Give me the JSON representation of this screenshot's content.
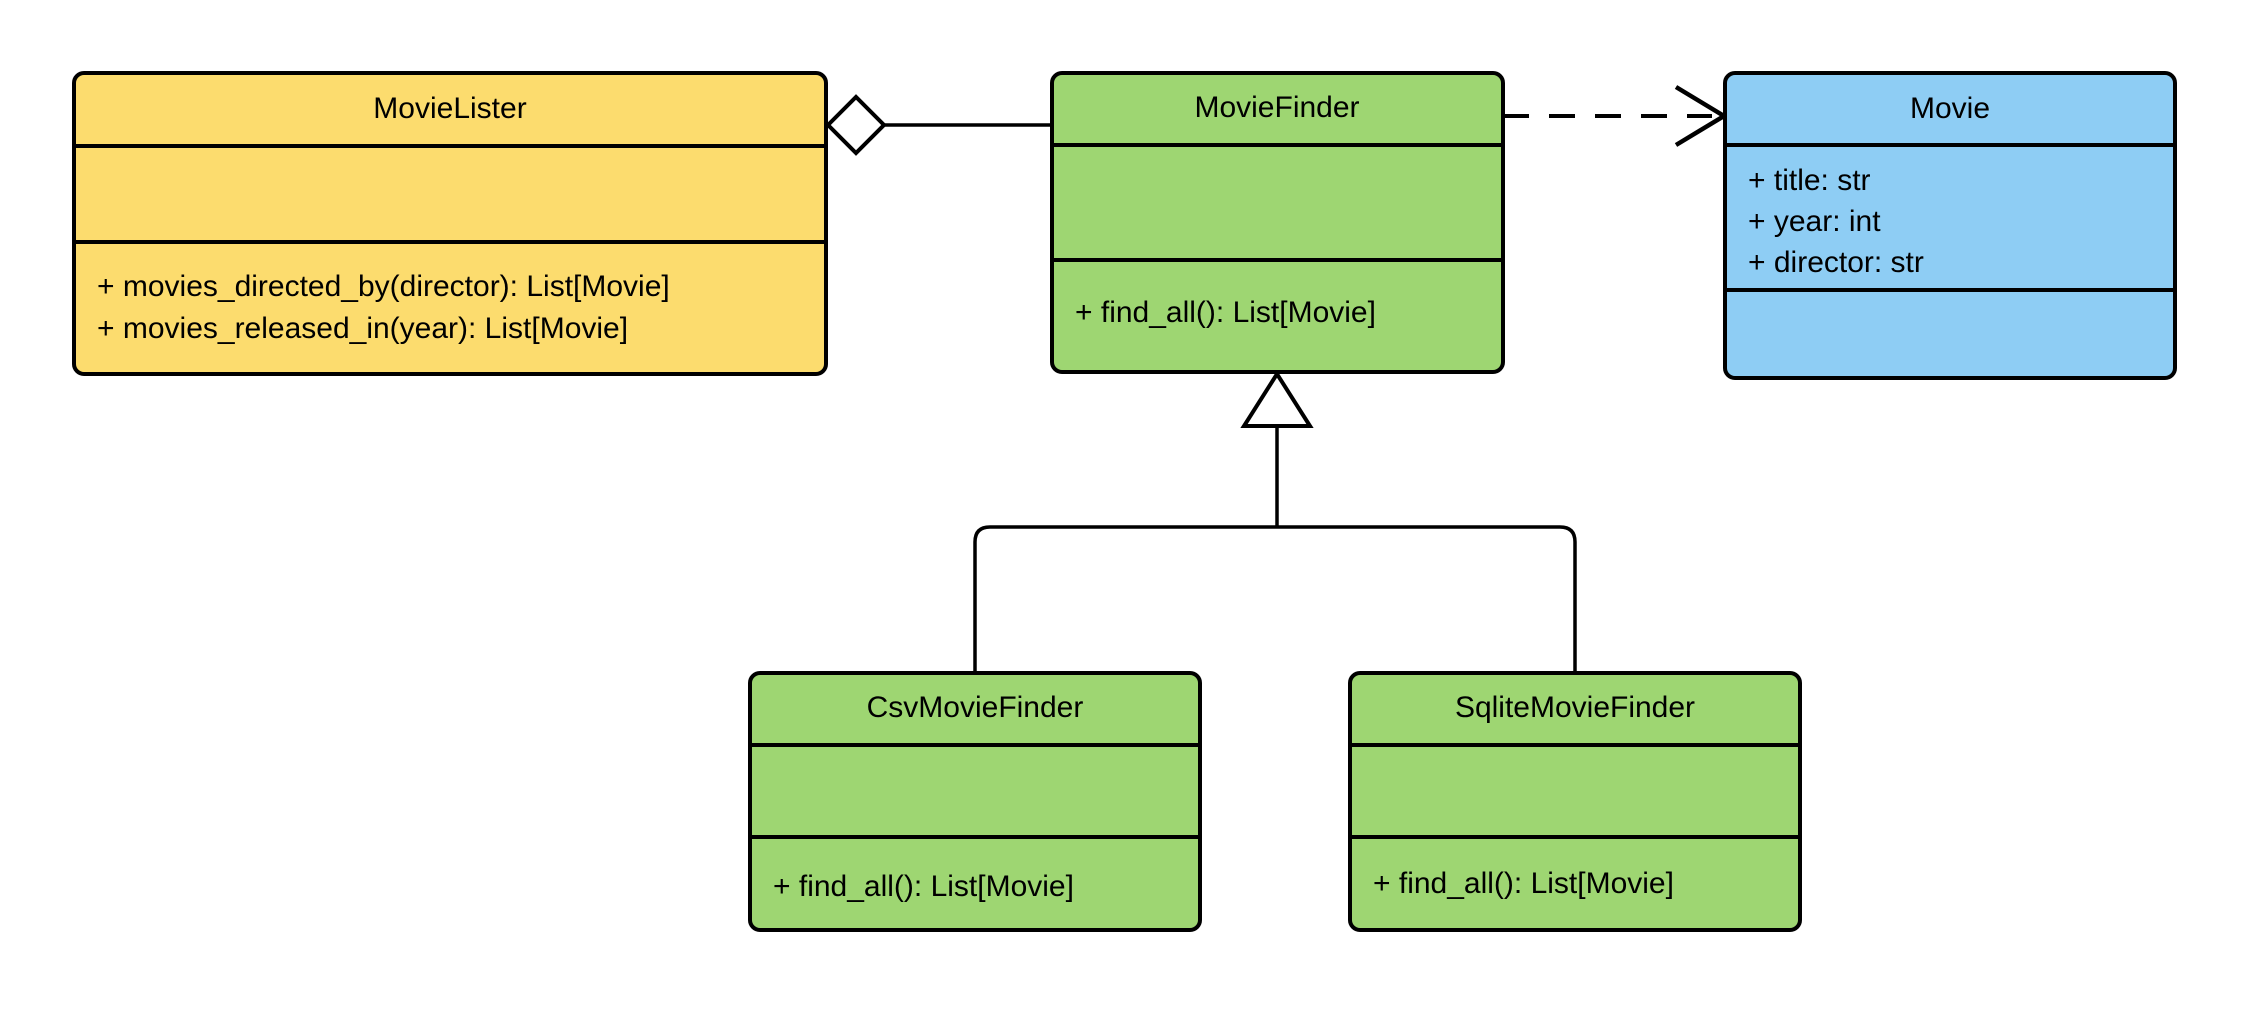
{
  "diagram": {
    "kind": "uml-class-diagram",
    "title": "MovieLister dependency injection class diagram",
    "background_color": "#ffffff",
    "stroke_color": "#000000"
  },
  "palette": {
    "yellow": "#FCDC6E",
    "green": "#9ED672",
    "blue": "#8ECDF4",
    "white": "#ffffff",
    "black": "#000000"
  },
  "classes": {
    "movie_lister": {
      "name": "MovieLister",
      "fill": "#FCDC6E",
      "attributes": [],
      "methods": [
        "+ movies_directed_by(director): List[Movie]",
        "+ movies_released_in(year): List[Movie]"
      ]
    },
    "movie_finder": {
      "name": "MovieFinder",
      "fill": "#9ED672",
      "attributes": [],
      "methods": [
        "+ find_all(): List[Movie]"
      ]
    },
    "movie": {
      "name": "Movie",
      "fill": "#8ECDF4",
      "attributes": [
        "+ title: str",
        "+ year: int",
        "+ director: str"
      ],
      "methods": []
    },
    "csv_movie_finder": {
      "name": "CsvMovieFinder",
      "fill": "#9ED672",
      "attributes": [],
      "methods": [
        "+ find_all(): List[Movie]"
      ]
    },
    "sqlite_movie_finder": {
      "name": "SqliteMovieFinder",
      "fill": "#9ED672",
      "attributes": [],
      "methods": [
        "+ find_all(): List[Movie]"
      ]
    }
  },
  "relationships": {
    "aggregation": {
      "type": "aggregation",
      "from": "MovieLister",
      "to": "MovieFinder",
      "marker": "hollow-diamond",
      "line_style": "solid"
    },
    "dependency": {
      "type": "dependency",
      "from": "MovieFinder",
      "to": "Movie",
      "marker": "open-arrow",
      "line_style": "dashed"
    },
    "inheritance_csv": {
      "type": "generalization",
      "from": "CsvMovieFinder",
      "to": "MovieFinder",
      "marker": "hollow-triangle",
      "line_style": "solid"
    },
    "inheritance_sqlite": {
      "type": "generalization",
      "from": "SqliteMovieFinder",
      "to": "MovieFinder",
      "marker": "hollow-triangle",
      "line_style": "solid"
    }
  }
}
